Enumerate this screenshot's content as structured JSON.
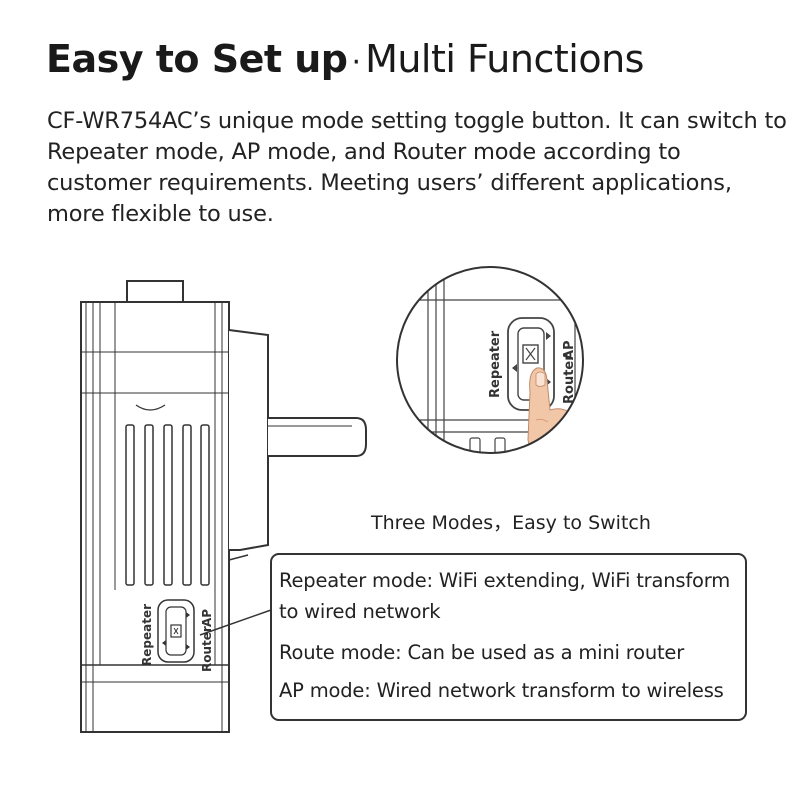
{
  "header": {
    "title_bold": "Easy to Set up",
    "title_separator": "·",
    "title_light": "Multi Functions"
  },
  "description": "CF-WR754AC’s unique mode setting toggle button. It can switch to Repeater mode, AP mode, and Router mode according to customer requirements. Meeting users’   different applications, more flexible to use.",
  "switch_labels": {
    "repeater": "Repeater",
    "router": "Router",
    "ap": "AP"
  },
  "zoom_caption": "Three Modes，Easy to Switch",
  "modes": [
    {
      "line1": "Repeater mode: WiFi extending, WiFi transform",
      "line2": "to wired network"
    },
    {
      "line1": "Route mode: Can be used as a mini router"
    },
    {
      "line1": "AP mode: Wired network transform to wireless"
    }
  ],
  "colors": {
    "line_art": "#333333",
    "finger_skin": "#f2c7a8",
    "finger_shadow": "#d99a78"
  }
}
